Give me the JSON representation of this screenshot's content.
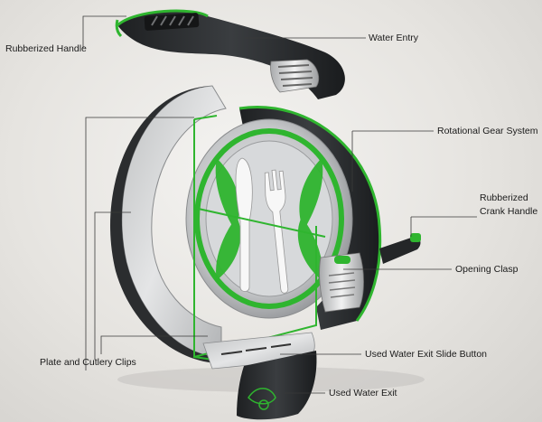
{
  "labels": {
    "rubberized_handle": "Rubberized Handle",
    "water_entry": "Water Entry",
    "rotational_gear_system": "Rotational Gear System",
    "crank_handle_line1": "Rubberized",
    "crank_handle_line2": "Crank Handle",
    "opening_clasp": "Opening Clasp",
    "plate_cutlery_clips": "Plate and Cutlery Clips",
    "used_water_exit_slide_button": "Used Water Exit Slide Button",
    "used_water_exit": "Used Water Exit"
  },
  "colors": {
    "accent_green": "#2fb52f",
    "shell_dark": "#2a2c2e",
    "shell_light": "#d9dadb",
    "plate_silver": "#c9cacc"
  }
}
